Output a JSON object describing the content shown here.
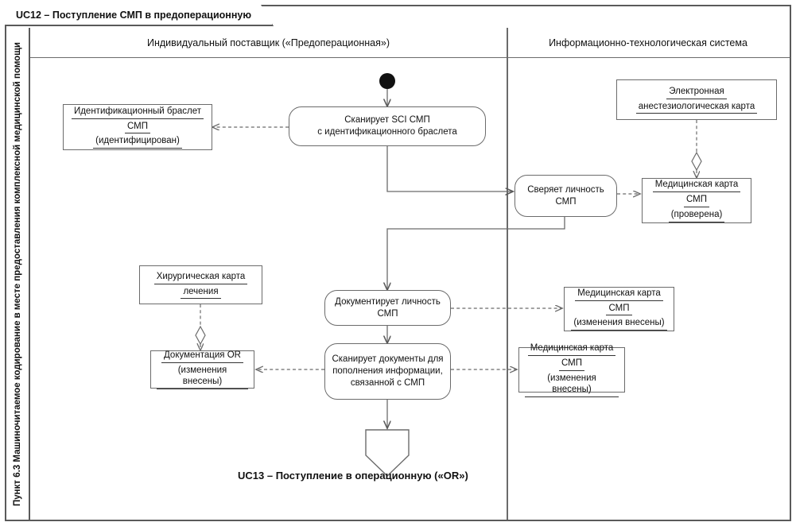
{
  "frame": {
    "tab_label": "UC12 – Поступление СМП в предоперационную",
    "side_caption": "Пункт 6.3 Машиночитаемое кодирование в месте предоставления комплексной медицинской помощи"
  },
  "lanes": [
    {
      "id": "lane-provider",
      "title": "Индивидуальный поставщик («Предоперационная»)"
    },
    {
      "id": "lane-it-system",
      "title": "Информационно-технологическая система"
    }
  ],
  "nodes": {
    "initial": {
      "kind": "initial-node",
      "label": ""
    },
    "action_scan_sci": {
      "kind": "action",
      "lines": [
        "Сканирует SCI СМП",
        "с идентификационного браслета"
      ]
    },
    "object_wristband": {
      "kind": "object",
      "lines": [
        "Идентификационный браслет",
        "СМП",
        "(идентифицирован)"
      ]
    },
    "object_anesthesia_chart": {
      "kind": "object",
      "lines": [
        "Электронная",
        "анестезиологическая карта"
      ]
    },
    "action_verify_identity": {
      "kind": "action",
      "lines": [
        "Сверяет личность",
        "СМП"
      ]
    },
    "object_med_record_checked": {
      "kind": "object",
      "lines": [
        "Медицинская карта",
        "СМП",
        "(проверена)"
      ]
    },
    "object_surgical_chart": {
      "kind": "object",
      "lines": [
        "Хирургическая карта",
        "лечения"
      ]
    },
    "action_document_identity": {
      "kind": "action",
      "lines": [
        "Документирует личность",
        "СМП"
      ]
    },
    "object_med_record_updated_1": {
      "kind": "object",
      "lines": [
        "Медицинская карта",
        "СМП",
        "(изменения внесены)"
      ]
    },
    "object_or_documentation": {
      "kind": "object",
      "lines": [
        "Документация OR",
        "(изменения внесены)"
      ]
    },
    "action_scan_documents": {
      "kind": "action",
      "lines": [
        "Сканирует документы для",
        "пополнения информации,",
        "связанной с СМП"
      ]
    },
    "object_med_record_updated_2": {
      "kind": "object",
      "lines": [
        "Медицинская карта",
        "СМП",
        "(изменения внесены)"
      ]
    },
    "flow_final": {
      "kind": "flow-final-connector",
      "label": ""
    }
  },
  "end_label": "UC13 – Поступление в операционную («OR»)",
  "colors": {
    "frame_stroke": "#5a5a5a",
    "node_stroke": "#6b6b6b",
    "text": "#111111",
    "background": "#ffffff",
    "initial_fill": "#111111"
  }
}
